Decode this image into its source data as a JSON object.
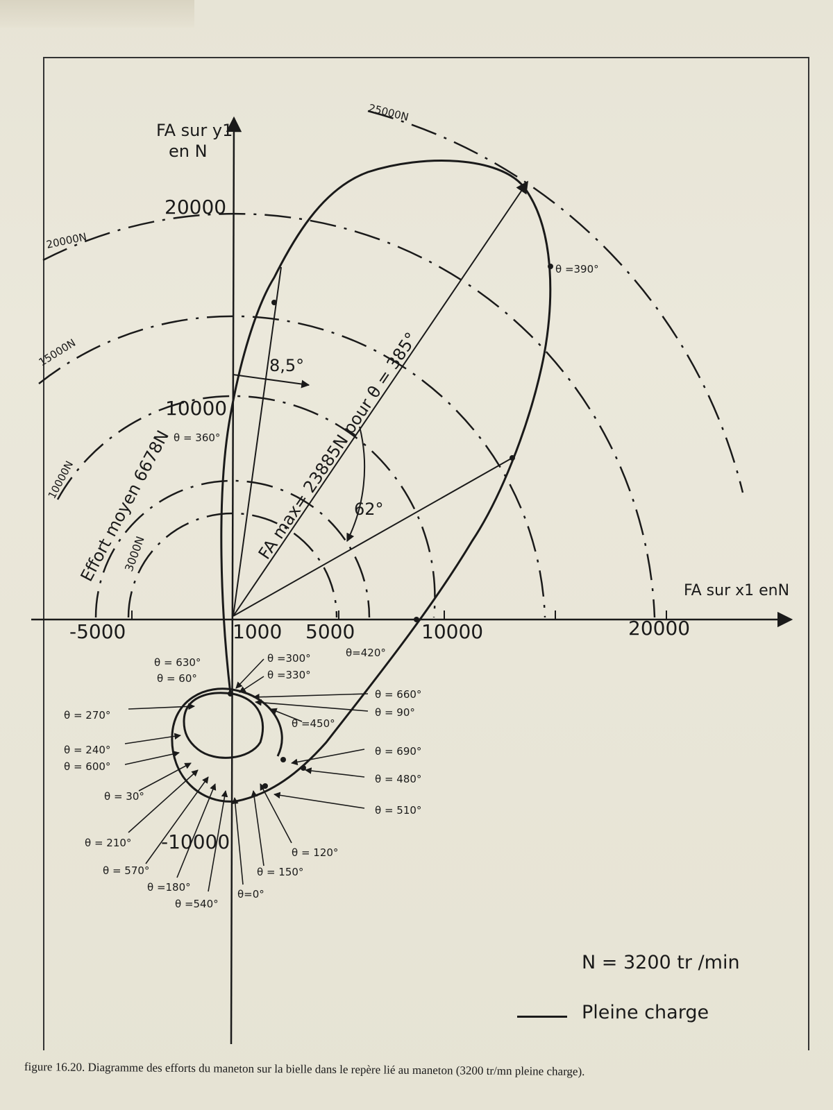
{
  "caption": "figure 16.20. Diagramme des efforts du maneton sur la bielle dans le repère lié au maneton (3200 tr/mn pleine charge).",
  "legend": {
    "speed": "N = 3200 tr /min",
    "line_label": "Pleine charge"
  },
  "axes": {
    "y_label_line1": "FA sur y1",
    "y_label_line2": "en N",
    "x_label": "FA sur x1 enN",
    "x_ticks": [
      "-5000",
      "1000",
      "5000",
      "10000",
      "20000"
    ],
    "y_ticks": [
      "20000",
      "10000",
      "-10000"
    ]
  },
  "circles": [
    {
      "label": "3000N",
      "radius_N": 3000
    },
    {
      "label": "Effort moyen 6678N",
      "radius_N": 6678
    },
    {
      "label": "10000N",
      "radius_N": 10000
    },
    {
      "label": "15000N",
      "radius_N": 15000
    },
    {
      "label": "20000N",
      "radius_N": 20000
    },
    {
      "label": "25000N",
      "radius_N": 25000
    }
  ],
  "annotations": {
    "fmax": "FA max= 23885N pour θ = 385°",
    "angle_85": "8,5°",
    "angle_62": "62°"
  },
  "theta_labels": {
    "t360": "θ = 360°",
    "t390": "θ =390°",
    "t420": "θ=420°",
    "t630": "θ = 630°",
    "t60": "θ = 60°",
    "t300": "θ =300°",
    "t330": "θ =330°",
    "t660": "θ = 660°",
    "t90": "θ = 90°",
    "t450": "θ =450°",
    "t270": "θ = 270°",
    "t240": "θ = 240°",
    "t600": "θ = 600°",
    "t30": "θ = 30°",
    "t690": "θ = 690°",
    "t480": "θ = 480°",
    "t510": "θ = 510°",
    "t210": "θ = 210°",
    "t570": "θ = 570°",
    "t120": "θ = 120°",
    "t150": "θ = 150°",
    "t180": "θ =180°",
    "t540": "θ =540°",
    "t0": "θ=0°"
  }
}
